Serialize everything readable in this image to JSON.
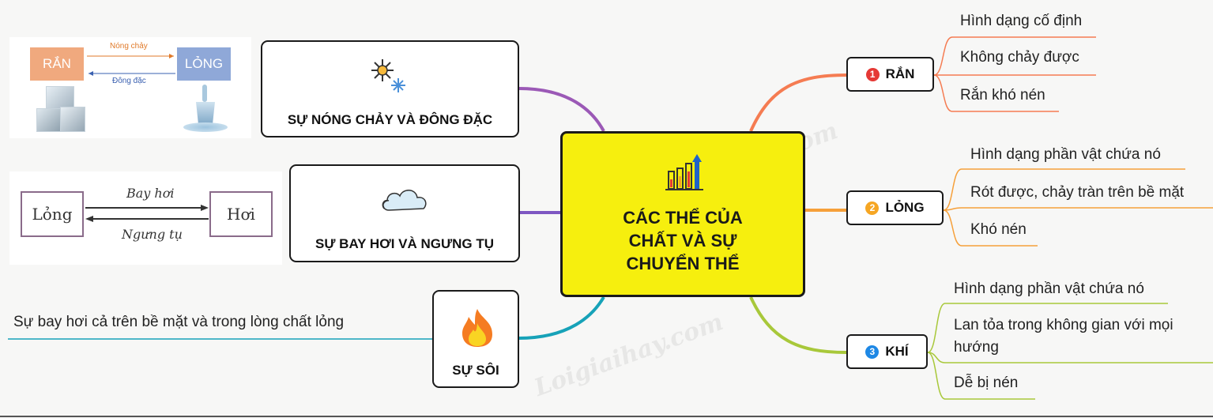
{
  "center": {
    "title": "CÁC THỂ CỦA CHẤT VÀ SỰ CHUYỂN THỂ",
    "title_lines": [
      "CÁC THỂ CỦA",
      "CHẤT VÀ SỰ",
      "CHUYỂN THỂ"
    ]
  },
  "branches": {
    "melting": {
      "label": "SỰ NÓNG CHẢY VÀ ĐÔNG ĐẶC",
      "icon": "snowflake-sun-icon",
      "color": "#9b59b6",
      "image": {
        "left_label": "RẮN",
        "right_label": "LỎNG",
        "top_arrow": "Nóng chảy",
        "bottom_arrow": "Đông đặc"
      }
    },
    "evaporation": {
      "label": "SỰ BAY HƠI VÀ NGƯNG TỤ",
      "icon": "cloud-icon",
      "color": "#7e57c2",
      "image": {
        "left_label": "Lỏng",
        "right_label": "Hơi",
        "top_arrow": "Bay hơi",
        "bottom_arrow": "Ngưng tụ"
      }
    },
    "boiling": {
      "label": "SỰ SÔI",
      "icon": "fire-icon",
      "color": "#17a2b8",
      "note": "Sự bay hơi cả trên bề mặt và trong lòng chất lỏng"
    }
  },
  "states": [
    {
      "num": "1",
      "label": "RẮN",
      "color": "#f57c52",
      "num_color": "#e53935",
      "items": [
        "Hình dạng cố định",
        "Không chảy được",
        "Rắn khó nén"
      ]
    },
    {
      "num": "2",
      "label": "LỎNG",
      "color": "#f6a03a",
      "num_color": "#f6a623",
      "items": [
        "Hình dạng phần vật chứa nó",
        "Rót được, chảy tràn trên bề mặt",
        "Khó nén"
      ]
    },
    {
      "num": "3",
      "label": "KHÍ",
      "color": "#a8c83a",
      "num_color": "#1e88e5",
      "items": [
        "Hình dạng phần vật chứa nó",
        "Lan tỏa trong không gian với mọi hướng",
        "Dễ bị nén"
      ]
    }
  ],
  "watermarks": [
    "Loigiaihay.com"
  ]
}
